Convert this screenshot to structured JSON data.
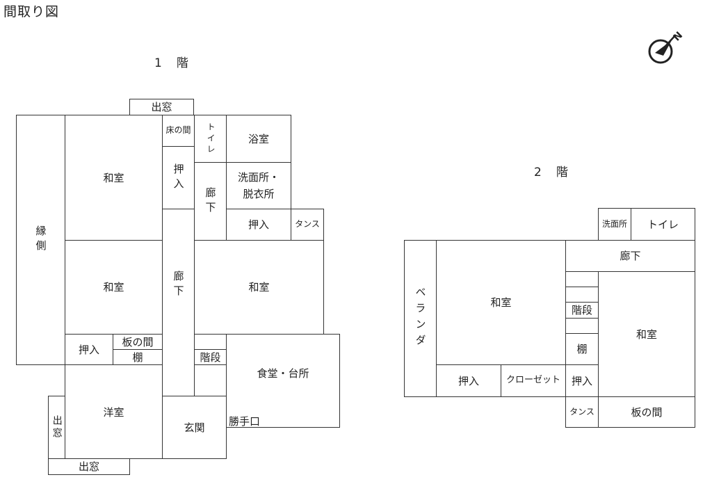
{
  "title": "間取り図",
  "floor1": {
    "label": "1　階",
    "rooms": {
      "demado_top": "出窓",
      "engawa": "縁側",
      "washitsu_a": "和室",
      "tokonoma": "床の間",
      "oshiire_a": "押入",
      "toilet": "トイレ",
      "ofuro": "浴室",
      "senmen": "洗面所・\n脱衣所",
      "roka_a": "廊下",
      "oshiire_b": "押入",
      "tansu": "タンス",
      "washitsu_b": "和室",
      "roka_b": "廊下",
      "washitsu_c": "和室",
      "oshiire_c": "押入",
      "itanoma": "板の間",
      "tana": "棚",
      "kaidan": "階段",
      "shokudo": "食堂・台所",
      "katteguchi": "勝手口",
      "yoshitsu": "洋室",
      "genkan": "玄関",
      "demado_left": "出窓",
      "demado_bottom": "出窓"
    }
  },
  "floor2": {
    "label": "2　階",
    "rooms": {
      "senmen": "洗面所",
      "toilet": "トイレ",
      "roka": "廊下",
      "veranda": "ベランダ",
      "washitsu_a": "和室",
      "kaidan": "階段",
      "tana": "棚",
      "washitsu_b": "和室",
      "oshiire_a": "押入",
      "closet": "クローゼット",
      "oshiire_b": "押入",
      "tansu": "タンス",
      "itanoma": "板の間"
    }
  },
  "compass": {
    "direction": "N",
    "color": "#222222"
  }
}
